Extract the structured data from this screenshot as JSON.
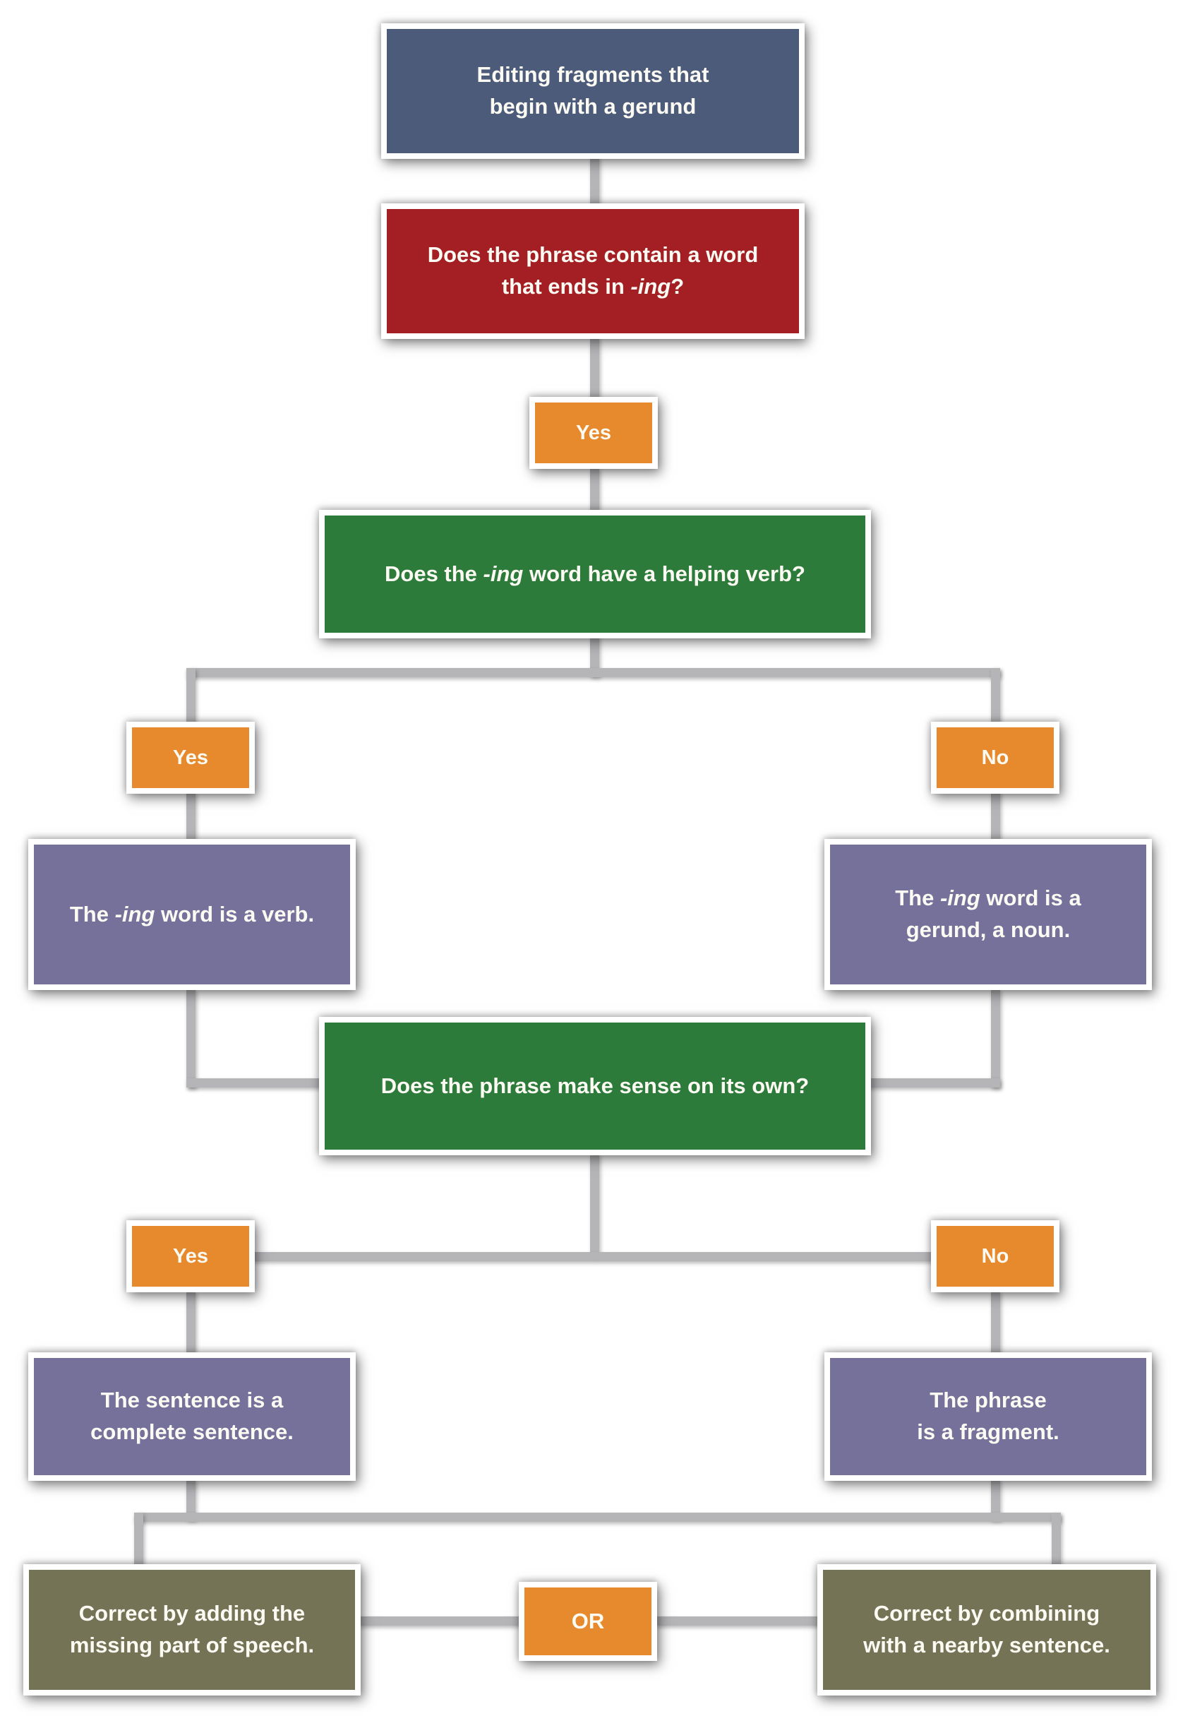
{
  "diagram": {
    "type": "flowchart",
    "title": "Editing fragments that begin with a gerund"
  },
  "colors": {
    "slate": "#4d5b7b",
    "red": "#a41f24",
    "orange": "#e78a2e",
    "green": "#2d7b3b",
    "purple": "#75719a",
    "olive": "#757356",
    "connector": "#b5b5b8",
    "text": "#fbfaf3"
  },
  "nodes": {
    "start": {
      "text": "Editing fragments that\nbegin with a gerund"
    },
    "q_ing": {
      "pre": "Does the phrase contain a word\nthat ends in ",
      "em": "-ing",
      "post": "?"
    },
    "yes1": {
      "label": "Yes"
    },
    "q_helping_verb": {
      "pre": "Does the ",
      "em": "-ing",
      "post": " word have a helping verb?"
    },
    "yes2": {
      "label": "Yes"
    },
    "no1": {
      "label": "No"
    },
    "verb": {
      "pre": "The ",
      "em": "-ing",
      "post": " word is a verb."
    },
    "gerund": {
      "pre": "The ",
      "em": "-ing",
      "post": " word is a\ngerund, a noun."
    },
    "q_makes_sense": {
      "text": "Does the phrase make sense on its own?"
    },
    "yes3": {
      "label": "Yes"
    },
    "no2": {
      "label": "No"
    },
    "complete": {
      "text": "The sentence is a\ncomplete sentence."
    },
    "fragment": {
      "text": "The phrase\nis a fragment."
    },
    "fix_add": {
      "text": "Correct by adding the\nmissing part of speech."
    },
    "or": {
      "label": "OR"
    },
    "fix_combine": {
      "text": "Correct by combining\nwith a nearby sentence."
    }
  }
}
